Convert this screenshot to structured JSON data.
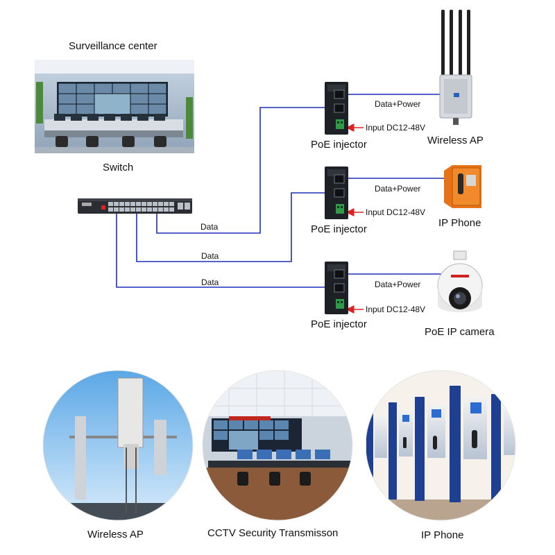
{
  "diagram": {
    "surveillance_title": "Surveillance center",
    "switch_label": "Switch",
    "link_label": "Data",
    "branches": [
      {
        "injector_label": "PoE injector",
        "output_label": "Data+Power",
        "input_label": "Input DC12-48V",
        "device_label": "Wireless AP",
        "device_icon": "wireless-ap-icon"
      },
      {
        "injector_label": "PoE injector",
        "output_label": "Data+Power",
        "input_label": "Input DC12-48V",
        "device_label": "IP Phone",
        "device_icon": "ip-phone-icon"
      },
      {
        "injector_label": "PoE injector",
        "output_label": "Data+Power",
        "input_label": "Input DC12-48V",
        "device_label": "PoE IP camera",
        "device_icon": "ip-camera-icon"
      }
    ],
    "line_color": "#1c2fb8",
    "arrow_color": "#e02020"
  },
  "applications": [
    {
      "caption": "Wireless AP",
      "icon": "wireless-ap-scene"
    },
    {
      "caption": "CCTV Security Transmisson",
      "icon": "cctv-room-scene"
    },
    {
      "caption": "IP  Phone",
      "icon": "phone-booth-scene"
    }
  ]
}
